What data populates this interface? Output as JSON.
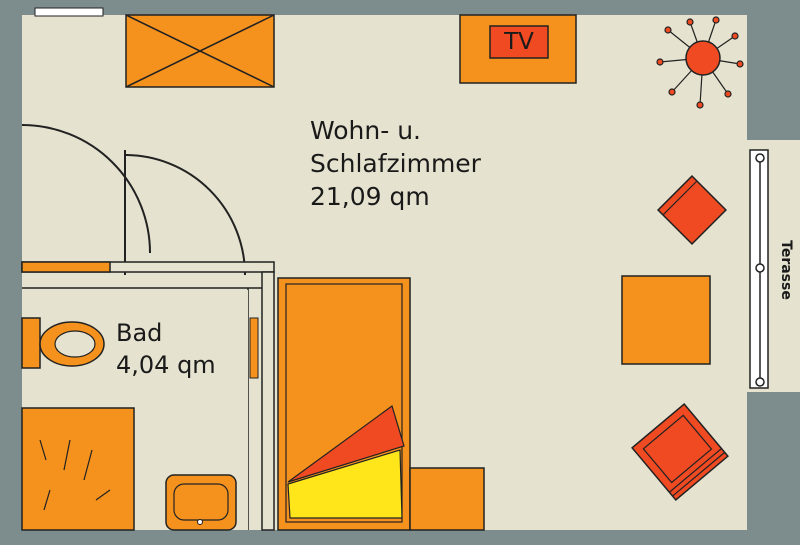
{
  "rooms": {
    "living": {
      "line1": "Wohn- u.",
      "line2": "Schlafzimmer",
      "area": "21,09 qm"
    },
    "bath": {
      "name": "Bad",
      "area": "4,04 qm"
    }
  },
  "labels": {
    "tv": "TV",
    "terrace": "Terasse"
  },
  "colors": {
    "floor": "#e5e2cf",
    "wall": "#7d8c8c",
    "furniture_orange": "#f5921e",
    "furniture_red": "#ef4a22",
    "pillow_yellow": "#ffe61a",
    "line": "#222222"
  }
}
